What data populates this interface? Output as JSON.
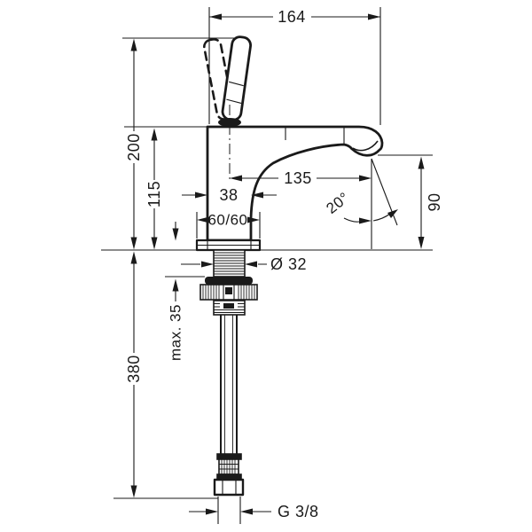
{
  "drawing": {
    "background_color": "#ffffff",
    "line_color": "#1a1a1a",
    "labels": {
      "overall_width": "164",
      "overall_height": "200",
      "spout_top_height": "115",
      "body_width": "38",
      "base_plate": "60/60",
      "spout_reach": "135",
      "spray_angle": "20°",
      "outlet_height": "90",
      "shank_diameter": "Ø 32",
      "max_mounting_thickness": "max. 35",
      "hose_length": "380",
      "connection_thread": "G 3/8"
    }
  }
}
